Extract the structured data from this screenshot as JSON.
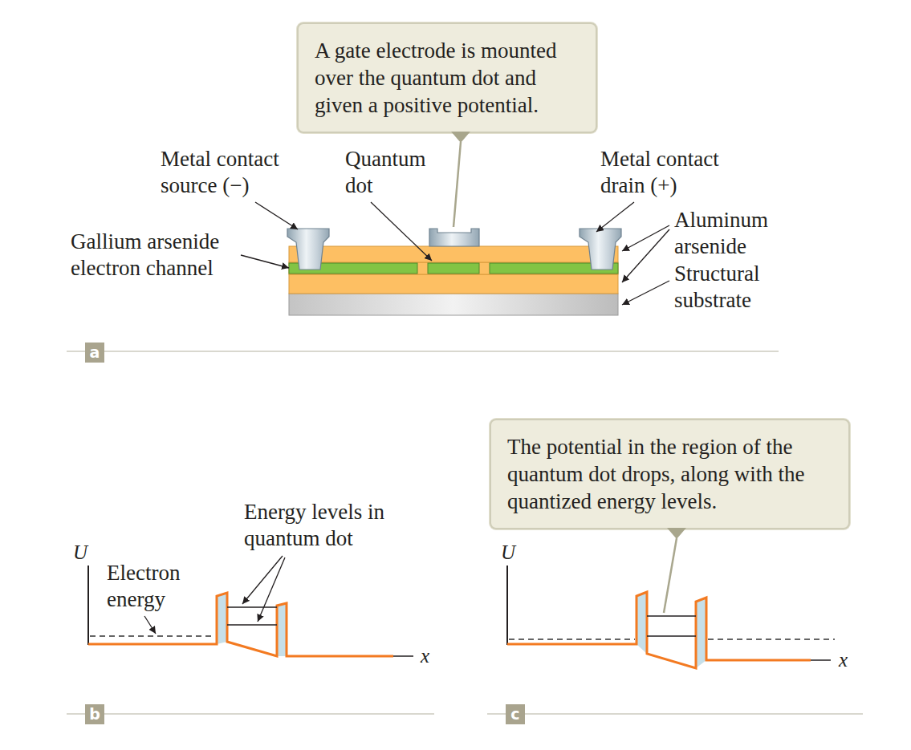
{
  "diagram": {
    "nodes": [
      {
        "text": [
          "A gate electrode is mounted over the quantum dot and given a positive potential."
        ]
      },
      {
        "text": [
          "a"
        ]
      },
      {
        "text": [
          "b"
        ]
      },
      {
        "text": [
          "The potential in the region of the quantum dot drops, along with the quantized energy levels."
        ]
      },
      {
        "text": [
          "c"
        ]
      }
    ],
    "labels": [
      "Metal contact source (−)",
      "Quantum dot",
      "Metal contact drain (+)",
      "Gallium arsenide electron channel",
      "Aluminum arsenide",
      "Structural substrate",
      "U",
      "Energy levels in quantum dot",
      "Electron energy",
      "x",
      "U",
      "x"
    ]
  }
}
